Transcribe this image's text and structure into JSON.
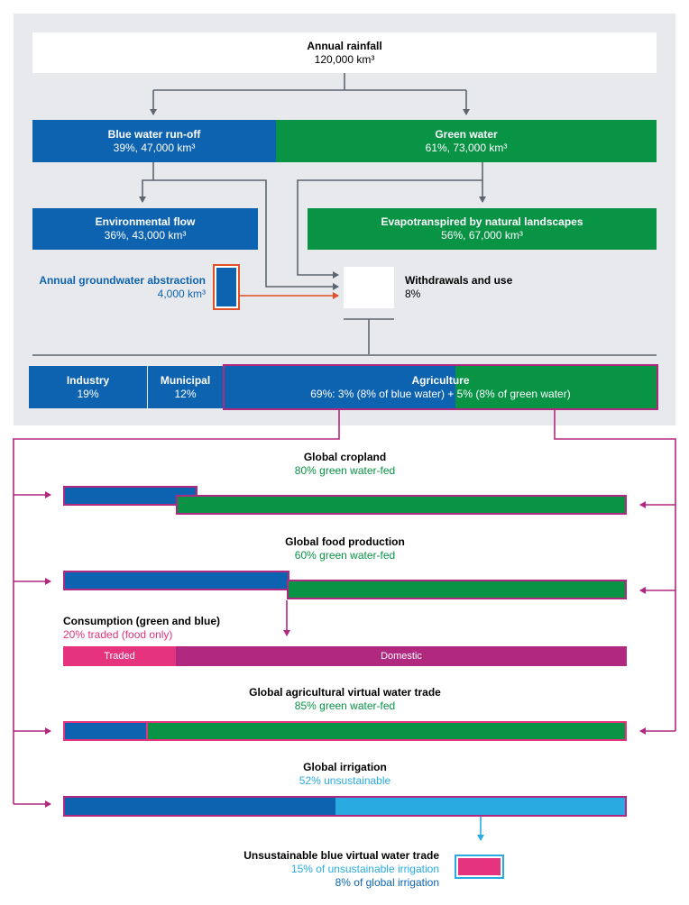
{
  "colors": {
    "blue": "#0e63b0",
    "green": "#089345",
    "light_blue": "#29abe2",
    "magenta": "#b0287f",
    "pink": "#e5337d",
    "grey_line": "#5d6670",
    "orange": "#e2502a",
    "panel": "#e8e9ec"
  },
  "rainfall": {
    "title": "Annual rainfall",
    "value": "120,000 km³"
  },
  "blue_water": {
    "title": "Blue water run-off",
    "value": "39%, 47,000 km³"
  },
  "green_water": {
    "title": "Green water",
    "value": "61%, 73,000 km³"
  },
  "env_flow": {
    "title": "Environmental flow",
    "value": "36%, 43,000 km³"
  },
  "evapo": {
    "title": "Evapotranspired by natural landscapes",
    "value": "56%, 67,000 km³"
  },
  "groundwater": {
    "title": "Annual groundwater abstraction",
    "value": "4,000 km³"
  },
  "withdrawals": {
    "title": "Withdrawals and use",
    "value": "8%"
  },
  "industry": {
    "title": "Industry",
    "value": "19%"
  },
  "municipal": {
    "title": "Municipal",
    "value": "12%"
  },
  "agriculture": {
    "title": "Agriculture",
    "value": "69%: 3% (8% of blue water) + 5% (8% of green water)"
  },
  "cropland": {
    "title": "Global cropland",
    "subtitle": "80% green water-fed",
    "green_share": 0.8
  },
  "food": {
    "title": "Global food production",
    "subtitle": "60% green water-fed",
    "green_share": 0.6
  },
  "consumption": {
    "title": "Consumption (green and blue)",
    "subtitle": "20% traded (food only)",
    "traded_label": "Traded",
    "domestic_label": "Domestic",
    "traded_share": 0.2
  },
  "trade": {
    "title": "Global agricultural virtual water trade",
    "subtitle": "85% green water-fed",
    "green_share": 0.85
  },
  "irrigation": {
    "title": "Global irrigation",
    "subtitle": "52% unsustainable",
    "unsustainable_share": 0.52
  },
  "unsustainable_trade": {
    "title": "Unsustainable blue virtual water trade",
    "line1": "15% of unsustainable irrigation",
    "line2": "8% of global irrigation"
  }
}
